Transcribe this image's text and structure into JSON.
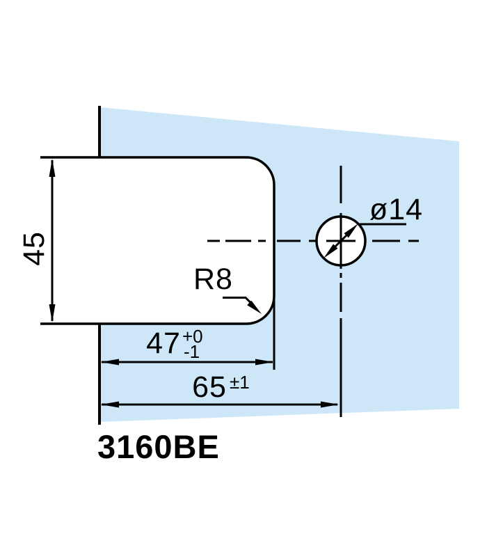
{
  "part_number": "3160BE",
  "colors": {
    "glass_fill": "#cde7f8",
    "line": "#000000",
    "background": "#ffffff"
  },
  "dimensions": {
    "cutout_height": {
      "value": "45"
    },
    "cutout_width": {
      "value": "47",
      "tol_upper": "+0",
      "tol_lower": "-1"
    },
    "hole_offset": {
      "value": "65",
      "tolerance": "±1"
    },
    "corner_radius": {
      "label": "R8"
    },
    "hole_diameter": {
      "label": "ø14"
    }
  }
}
